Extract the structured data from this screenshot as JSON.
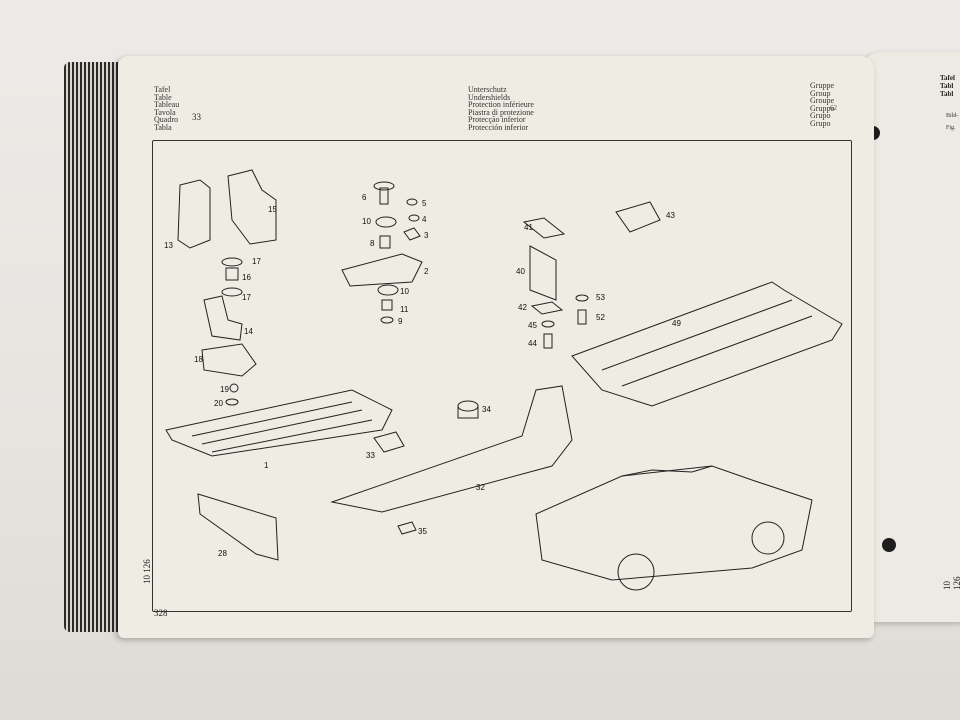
{
  "header_left": [
    "Tafel",
    "Table",
    "Tableau",
    "Tavola",
    "Quadro",
    "Tabla"
  ],
  "tafel_number": "33",
  "header_mid": [
    "Unterschutz",
    "Undershields",
    "Protection inférieure",
    "Piastra di protezione",
    "Protecção inferior",
    "Protección inferior"
  ],
  "header_right": [
    "Gruppe",
    "Group",
    "Groupe",
    "Gruppo",
    "Grupo",
    "Grupo"
  ],
  "group_number": "62",
  "side_code": "10 126",
  "page_number": "328",
  "right_page_header": [
    "Tafel",
    "Tabl",
    "Tabl"
  ],
  "right_page_small": [
    "Bild-",
    "Fig."
  ],
  "right_page_code": "10 126",
  "part_labels": [
    "1",
    "2",
    "3",
    "4",
    "5",
    "6",
    "8",
    "9",
    "10",
    "11",
    "13",
    "14",
    "15",
    "16",
    "17",
    "18",
    "19",
    "20",
    "28",
    "32",
    "33",
    "34",
    "35",
    "40",
    "41",
    "42",
    "43",
    "44",
    "45",
    "49",
    "52",
    "53"
  ],
  "colors": {
    "paper": "#efece3",
    "ink": "#222222",
    "background": "#e9e7e2"
  }
}
